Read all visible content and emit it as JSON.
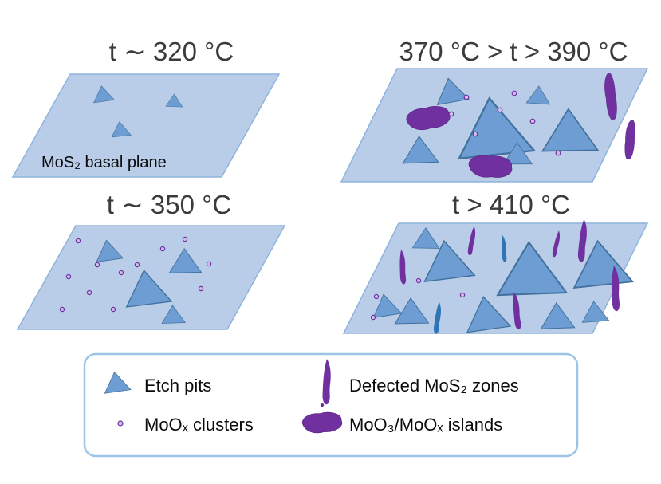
{
  "figure": {
    "panels": {
      "p320": {
        "title": "t ∼ 320 °C",
        "plane_label": "MoS₂ basal plane"
      },
      "p370_390": {
        "title": "370 °C > t > 390 °C"
      },
      "p350": {
        "title": "t ∼ 350 °C"
      },
      "p410": {
        "title": "t > 410 °C"
      }
    },
    "legend": {
      "etch_pits": "Etch pits",
      "defected_zones": "Defected MoS₂ zones",
      "moox_clusters": "MoOₓ clusters",
      "moo3_islands": "MoO₃/MoOₓ islands"
    },
    "colors": {
      "plane_fill": "#b9cde8",
      "plane_stroke": "#8eb4dc",
      "etch_pit_fill": "#6d9dd3",
      "etch_pit_stroke": "#41719c",
      "purple": "#7030a0",
      "defect_blue": "#2e75b6",
      "legend_border": "#9dc3e6",
      "title_color": "#3b3b3b"
    }
  }
}
